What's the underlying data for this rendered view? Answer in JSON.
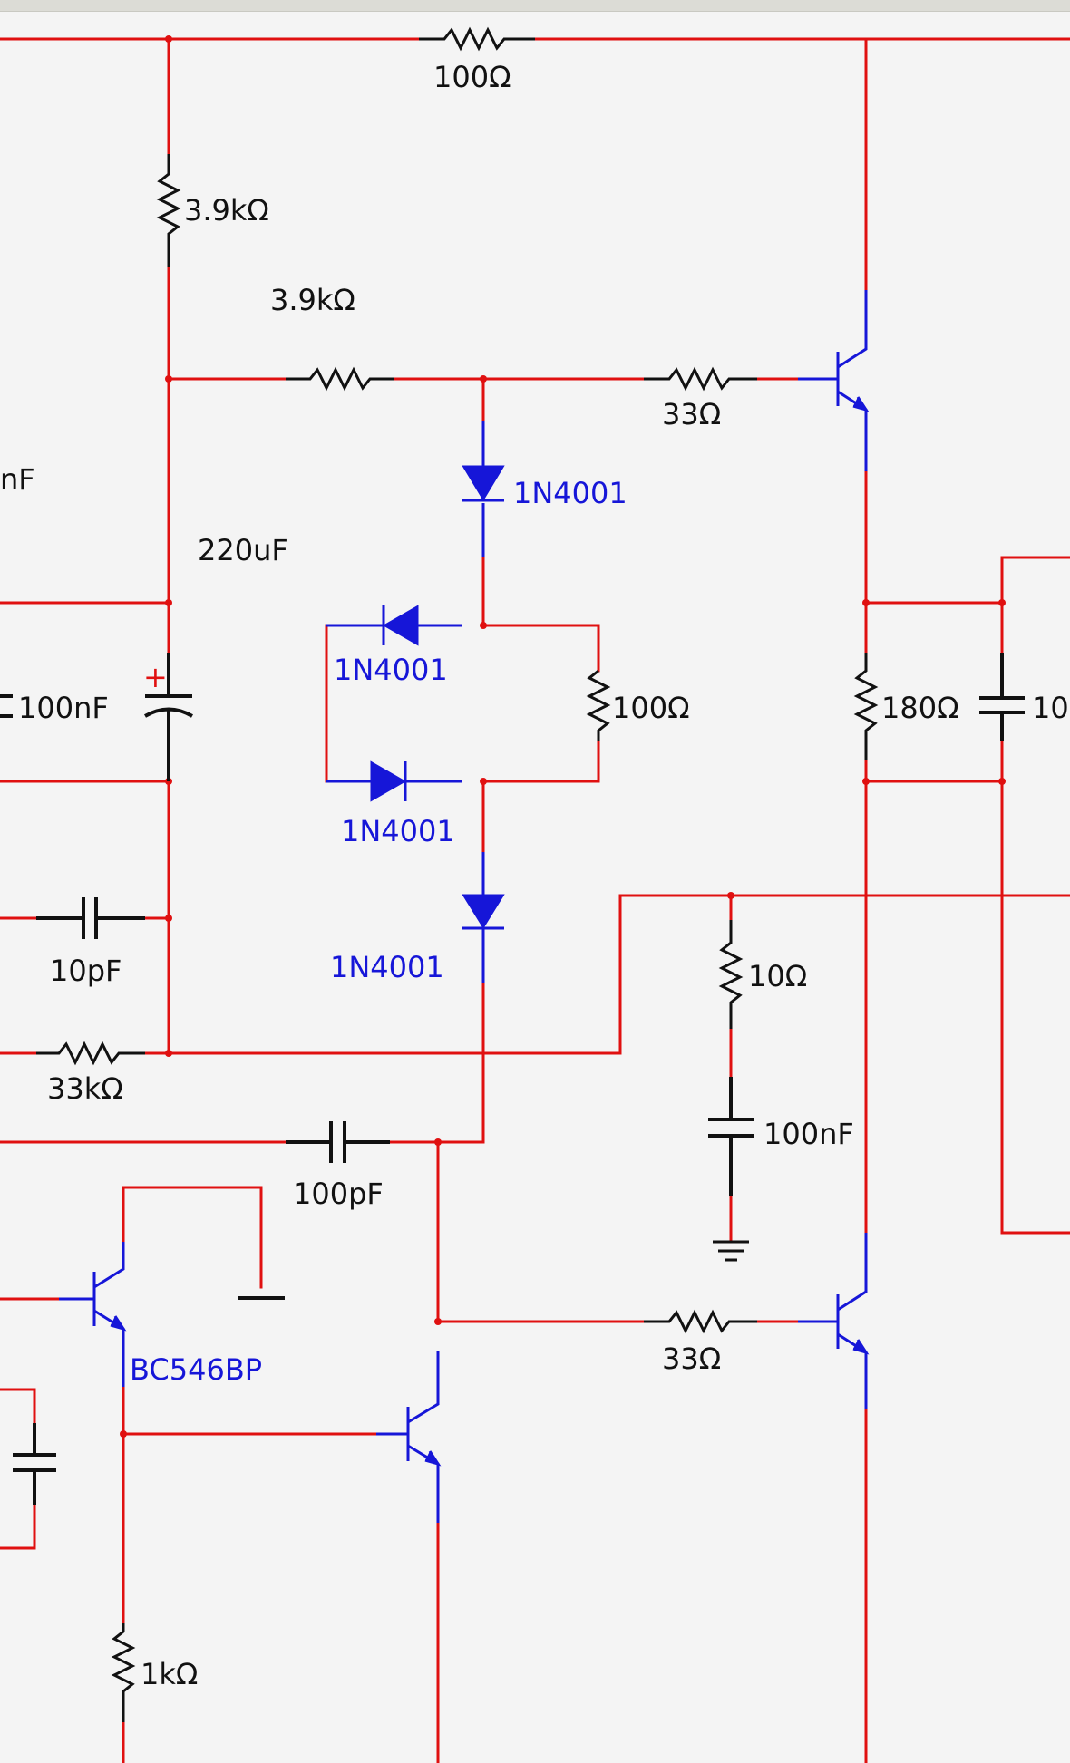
{
  "colors": {
    "wire": "#e01010",
    "component": "#111111",
    "semiconductor": "#1616d8",
    "background": "#f4f4f4"
  },
  "labels": {
    "r_top": "100Ω",
    "r_3k9_a": "3.9kΩ",
    "r_3k9_b": "3.9kΩ",
    "r_33_upper": "33Ω",
    "c_partial_nf": "nF",
    "c_220u": "220uF",
    "c_100n_left": "100nF",
    "r_100_mid": "100Ω",
    "r_180": "180Ω",
    "c_partial_right": "10",
    "c_10p": "10pF",
    "r_33k": "33kΩ",
    "r_10": "10Ω",
    "c_100n_right": "100nF",
    "c_100p": "100pF",
    "r_33_lower": "33Ω",
    "r_1k": "1kΩ",
    "polarity_plus": "+"
  },
  "parts": {
    "d1": "1N4001",
    "d2": "1N4001",
    "d3": "1N4001",
    "d4": "1N4001",
    "q_bc": "BC546BP"
  }
}
